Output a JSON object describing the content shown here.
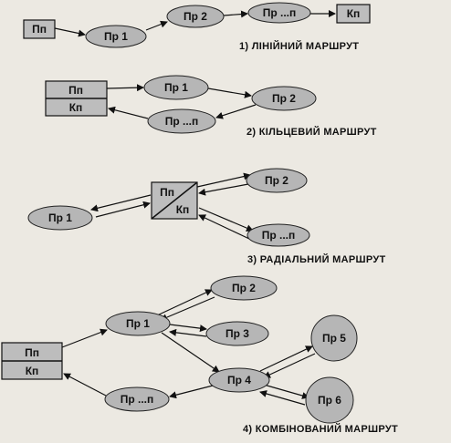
{
  "captions": {
    "linear": "1) ЛІНІЙНИЙ МАРШРУТ",
    "ring": "2) КІЛЬЦЕВИЙ МАРШРУТ",
    "radial": "3) РАДІАЛЬНИЙ МАРШРУТ",
    "combined": "4) КОМБІНОВАНИЙ МАРШРУТ"
  },
  "labels": {
    "start": "Пп",
    "end": "Кп",
    "p1": "Пр 1",
    "p2": "Пр 2",
    "p3": "Пр 3",
    "p4": "Пр 4",
    "p5": "Пр 5",
    "p6": "Пр 6",
    "pn": "Пр ...п"
  },
  "colors": {
    "background": "#ece9e2",
    "node_fill": "#b6b6b6",
    "line": "#111111"
  },
  "diagrams": {
    "linear": {
      "nodes": [
        {
          "id": "l-start",
          "label": "Пп",
          "shape": "box"
        },
        {
          "id": "l-p1",
          "label": "Пр 1",
          "shape": "ellipse"
        },
        {
          "id": "l-p2",
          "label": "Пр 2",
          "shape": "ellipse"
        },
        {
          "id": "l-pn",
          "label": "Пр ...п",
          "shape": "ellipse"
        },
        {
          "id": "l-end",
          "label": "Кп",
          "shape": "box"
        }
      ],
      "edges": [
        [
          "l-start",
          "l-p1"
        ],
        [
          "l-p1",
          "l-p2"
        ],
        [
          "l-p2",
          "l-pn"
        ],
        [
          "l-pn",
          "l-end"
        ]
      ]
    },
    "ring": {
      "nodes": [
        {
          "id": "r-terminal",
          "label": "Пп / Кп",
          "shape": "split-box"
        },
        {
          "id": "r-p1",
          "label": "Пр 1",
          "shape": "ellipse"
        },
        {
          "id": "r-p2",
          "label": "Пр 2",
          "shape": "ellipse"
        },
        {
          "id": "r-pn",
          "label": "Пр ...п",
          "shape": "ellipse"
        }
      ],
      "edges": [
        [
          "r-terminal",
          "r-p1"
        ],
        [
          "r-p1",
          "r-p2"
        ],
        [
          "r-p2",
          "r-pn"
        ],
        [
          "r-pn",
          "r-terminal"
        ]
      ]
    },
    "radial": {
      "nodes": [
        {
          "id": "d-terminal",
          "label": "Пп / Кп",
          "shape": "diagonal-box"
        },
        {
          "id": "d-p1",
          "label": "Пр 1",
          "shape": "ellipse"
        },
        {
          "id": "d-p2",
          "label": "Пр 2",
          "shape": "ellipse"
        },
        {
          "id": "d-pn",
          "label": "Пр ...п",
          "shape": "ellipse"
        }
      ],
      "edges": [
        [
          "d-terminal",
          "d-p1"
        ],
        [
          "d-p1",
          "d-terminal"
        ],
        [
          "d-terminal",
          "d-p2"
        ],
        [
          "d-p2",
          "d-terminal"
        ],
        [
          "d-terminal",
          "d-pn"
        ],
        [
          "d-pn",
          "d-terminal"
        ]
      ]
    },
    "combined": {
      "nodes": [
        {
          "id": "c-terminal",
          "label": "Пп / Кп",
          "shape": "split-box"
        },
        {
          "id": "c-p1",
          "label": "Пр 1",
          "shape": "ellipse"
        },
        {
          "id": "c-p2",
          "label": "Пр 2",
          "shape": "ellipse"
        },
        {
          "id": "c-p3",
          "label": "Пр 3",
          "shape": "ellipse"
        },
        {
          "id": "c-p4",
          "label": "Пр 4",
          "shape": "ellipse"
        },
        {
          "id": "c-p5",
          "label": "Пр 5",
          "shape": "ellipse"
        },
        {
          "id": "c-p6",
          "label": "Пр 6",
          "shape": "ellipse"
        },
        {
          "id": "c-pn",
          "label": "Пр ...п",
          "shape": "ellipse"
        }
      ],
      "edges": [
        [
          "c-terminal",
          "c-p1"
        ],
        [
          "c-p1",
          "c-p2"
        ],
        [
          "c-p2",
          "c-p1"
        ],
        [
          "c-p1",
          "c-p3"
        ],
        [
          "c-p3",
          "c-p1"
        ],
        [
          "c-p1",
          "c-p4"
        ],
        [
          "c-p4",
          "c-p5"
        ],
        [
          "c-p5",
          "c-p4"
        ],
        [
          "c-p4",
          "c-p6"
        ],
        [
          "c-p6",
          "c-p4"
        ],
        [
          "c-p4",
          "c-pn"
        ],
        [
          "c-pn",
          "c-terminal"
        ]
      ]
    }
  }
}
